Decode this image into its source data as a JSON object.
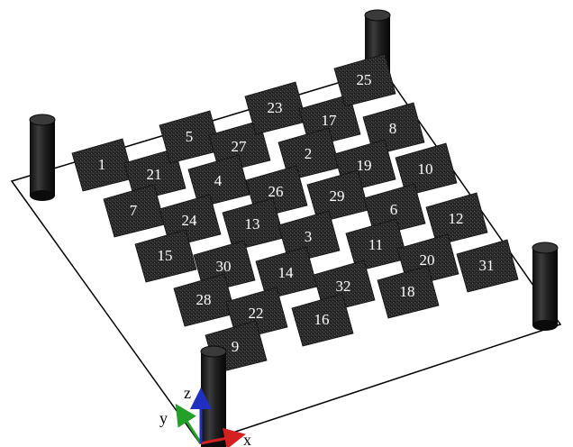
{
  "diagram": {
    "colors": {
      "background": "#ffffff",
      "plate_outline": "#000000",
      "tile_fill": "#2e2e2e",
      "tile_label": "#ffffff",
      "pillar": "#1b1b1b",
      "axis_x": "#d42020",
      "axis_y": "#22a02a",
      "axis_z": "#1f2fbf"
    },
    "axes": {
      "x_label": "x",
      "y_label": "y",
      "z_label": "z"
    },
    "tiles": [
      {
        "label": "1"
      },
      {
        "label": "21"
      },
      {
        "label": "5"
      },
      {
        "label": "27"
      },
      {
        "label": "23"
      },
      {
        "label": "17"
      },
      {
        "label": "25"
      },
      {
        "label": "8"
      },
      {
        "label": "2"
      },
      {
        "label": "4"
      },
      {
        "label": "7"
      },
      {
        "label": "24"
      },
      {
        "label": "26"
      },
      {
        "label": "19"
      },
      {
        "label": "10"
      },
      {
        "label": "29"
      },
      {
        "label": "13"
      },
      {
        "label": "6"
      },
      {
        "label": "12"
      },
      {
        "label": "15"
      },
      {
        "label": "30"
      },
      {
        "label": "3"
      },
      {
        "label": "11"
      },
      {
        "label": "20"
      },
      {
        "label": "31"
      },
      {
        "label": "14"
      },
      {
        "label": "32"
      },
      {
        "label": "18"
      },
      {
        "label": "28"
      },
      {
        "label": "22"
      },
      {
        "label": "16"
      },
      {
        "label": "9"
      }
    ],
    "pillars": [
      {
        "name": "pillar-back-left"
      },
      {
        "name": "pillar-back-right"
      },
      {
        "name": "pillar-front-right"
      },
      {
        "name": "pillar-front-left"
      }
    ]
  }
}
